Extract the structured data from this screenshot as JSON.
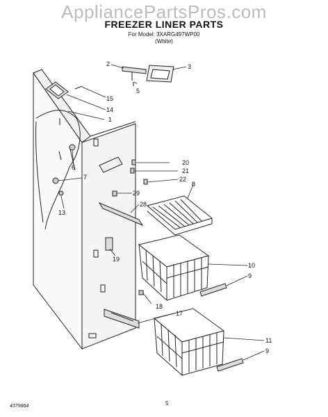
{
  "header": {
    "watermark": "AppliancePartsPros.com",
    "title": "FREEZER LINER PARTS",
    "model_line": "For Model: 3XARG497WP00",
    "color_line": "(White)"
  },
  "callouts": [
    "1",
    "2",
    "3",
    "5",
    "6",
    "7",
    "8",
    "9",
    "9",
    "10",
    "11",
    "13",
    "14",
    "15",
    "17",
    "18",
    "19",
    "20",
    "21",
    "22",
    "28",
    "29"
  ],
  "footer": {
    "doc_number": "4379864",
    "page_number": "5"
  }
}
